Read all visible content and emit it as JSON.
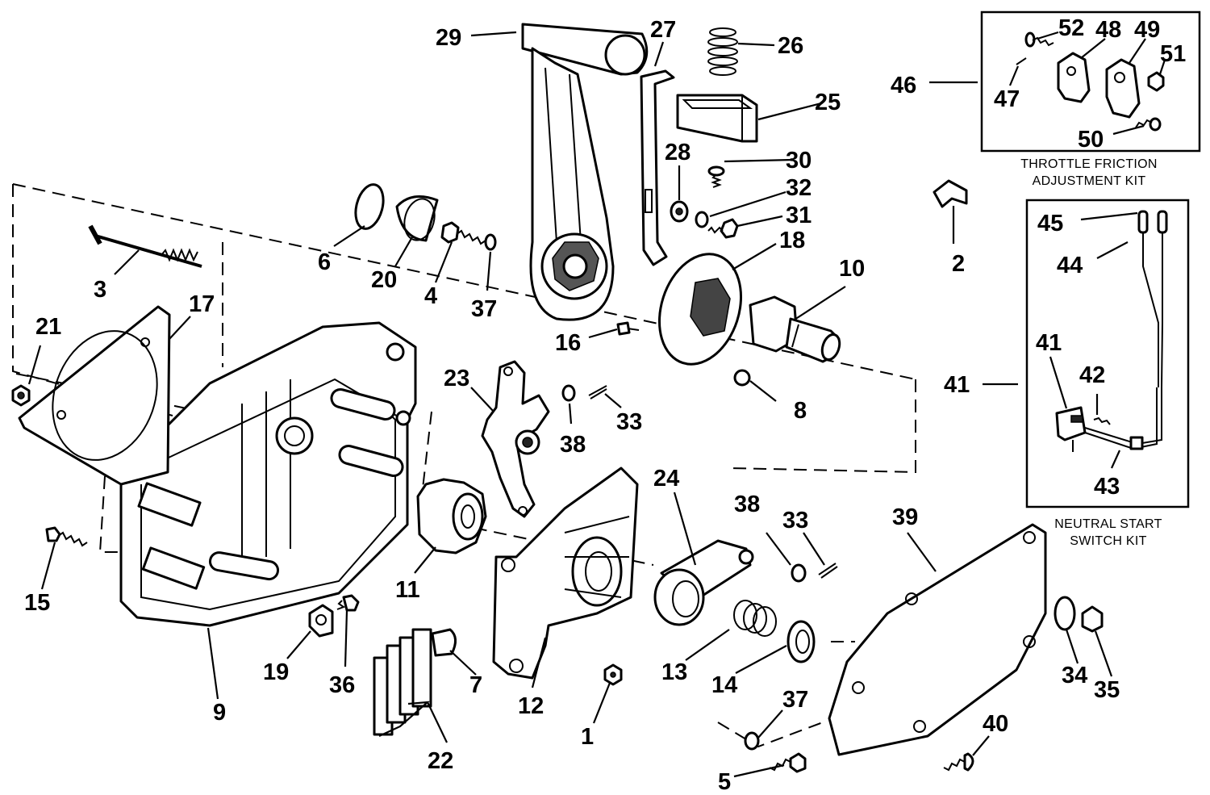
{
  "callouts": {
    "c1": "1",
    "c2": "2",
    "c3": "3",
    "c4": "4",
    "c5": "5",
    "c6": "6",
    "c7": "7",
    "c8": "8",
    "c9": "9",
    "c10": "10",
    "c11": "11",
    "c12": "12",
    "c13": "13",
    "c14": "14",
    "c15": "15",
    "c16": "16",
    "c17": "17",
    "c18": "18",
    "c19": "19",
    "c20": "20",
    "c21": "21",
    "c22": "22",
    "c23": "23",
    "c24": "24",
    "c25": "25",
    "c26": "26",
    "c27": "27",
    "c28": "28",
    "c29": "29",
    "c30": "30",
    "c31": "31",
    "c32": "32",
    "c33a": "33",
    "c33b": "33",
    "c34": "34",
    "c35": "35",
    "c36": "36",
    "c37a": "37",
    "c37b": "37",
    "c38a": "38",
    "c38b": "38",
    "c39": "39",
    "c40": "40",
    "c41a": "41",
    "c41b": "41",
    "c42": "42",
    "c43": "43",
    "c44": "44",
    "c45": "45",
    "c46": "46",
    "c47": "47",
    "c48": "48",
    "c49": "49",
    "c50": "50",
    "c51": "51",
    "c52": "52"
  },
  "kits": {
    "throttle_friction": {
      "line1": "THROTTLE FRICTION",
      "line2": "ADJUSTMENT KIT"
    },
    "neutral_start": {
      "line1": "NEUTRAL START",
      "line2": "SWITCH KIT"
    }
  }
}
